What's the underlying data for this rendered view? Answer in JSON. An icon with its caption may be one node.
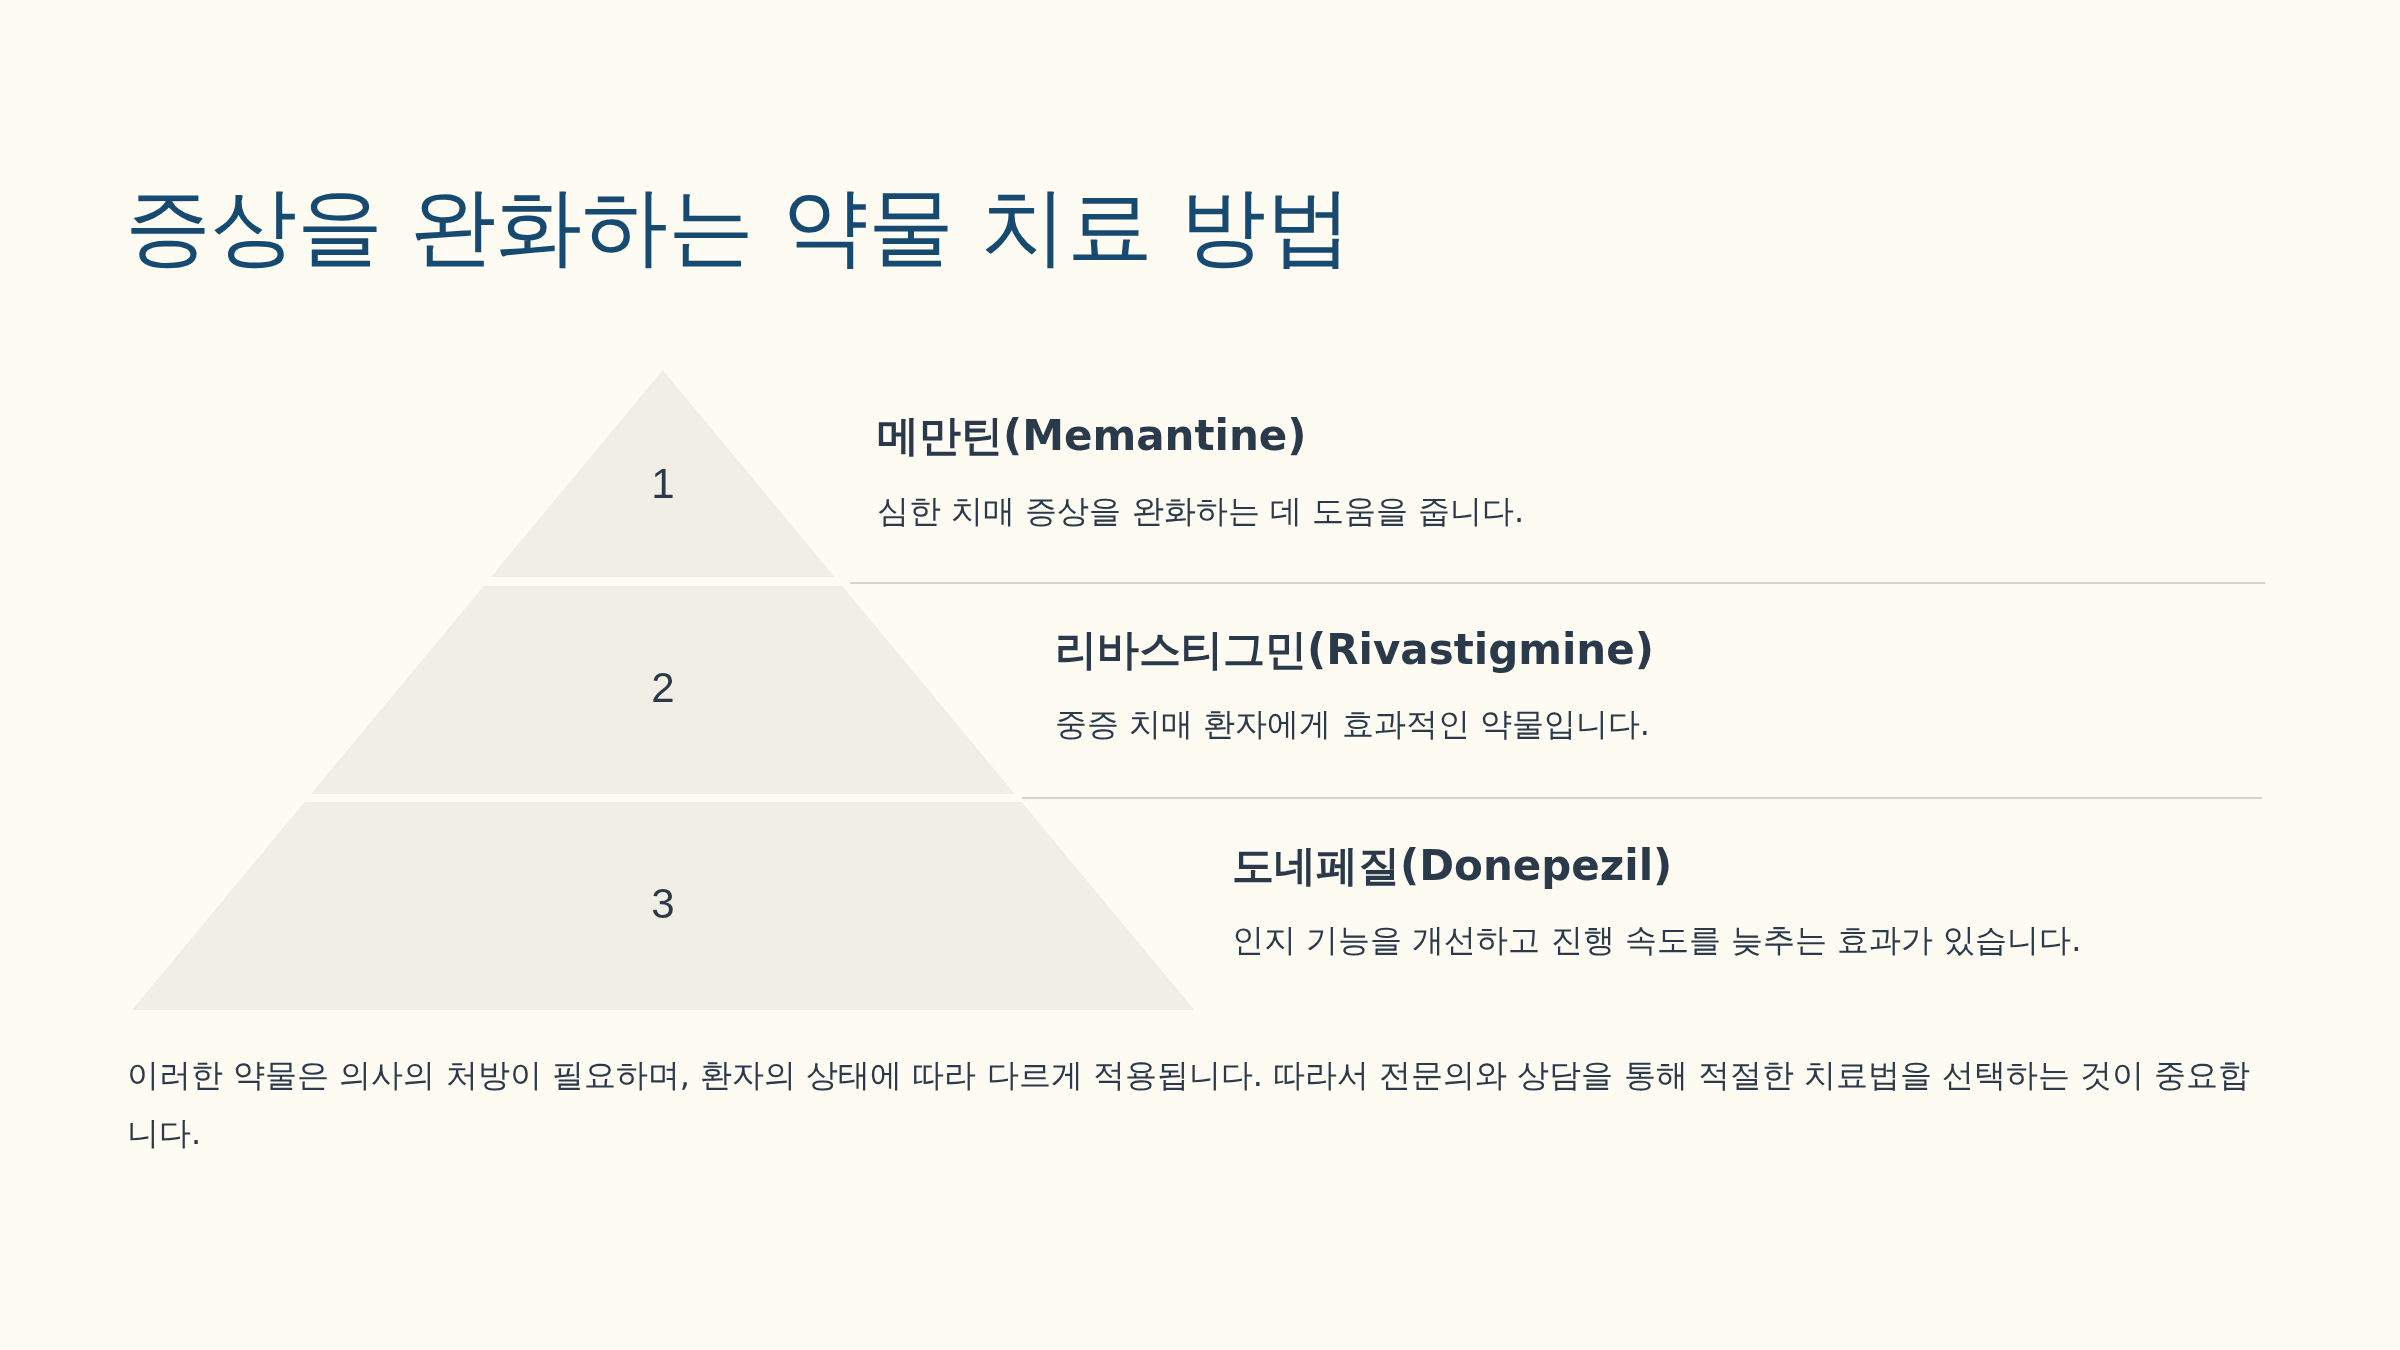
{
  "diagram": {
    "title": "증상을 완화하는 약물 치료 방법",
    "nodes": [
      {
        "text": [
          "1"
        ],
        "beside": [
          "메만틴(Memantine)",
          "심한 치매 증상을 완화하는 데 도움을 줍니다."
        ]
      },
      {
        "text": [
          "2"
        ],
        "beside": [
          "리바스티그민(Rivastigmine)",
          "중증 치매 환자에게 효과적인 약물입니다."
        ]
      },
      {
        "text": [
          "3"
        ],
        "beside": [
          "도네페질(Donepezil)",
          "인지 기능을 개선하고 진행 속도를 늦추는 효과가 있습니다."
        ]
      }
    ],
    "labels": [
      "이러한 약물은 의사의 처방이 필요하며, 환자의 상태에 따라 다르게 적용됩니다. 따라서 전문의와 상담을 통해 적절한 치료법을 선택하는 것이 중요합니다."
    ]
  }
}
